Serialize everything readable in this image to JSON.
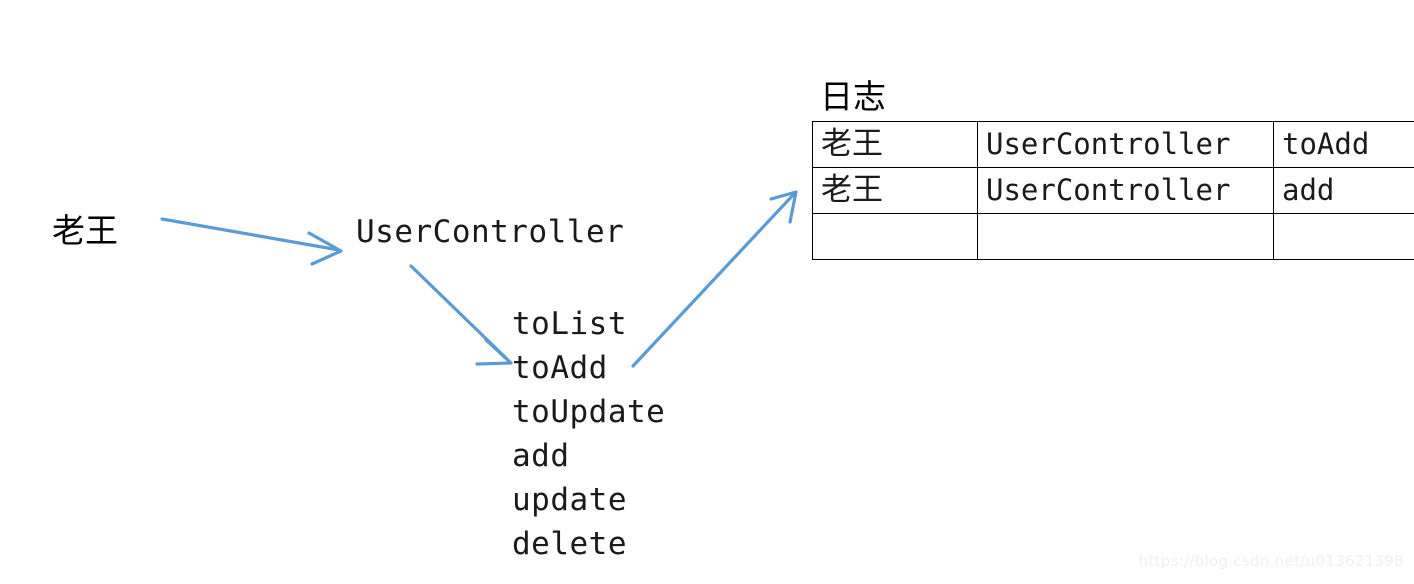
{
  "diagram": {
    "actor": {
      "label": "老王"
    },
    "controller": {
      "label": "UserController"
    },
    "methods": [
      {
        "name": "toList"
      },
      {
        "name": "toAdd"
      },
      {
        "name": "toUpdate"
      },
      {
        "name": "add"
      },
      {
        "name": "update"
      },
      {
        "name": "delete"
      }
    ],
    "arrows": [
      {
        "name": "actor-to-controller",
        "from": "老王",
        "to": "UserController"
      },
      {
        "name": "controller-to-method",
        "from": "UserController",
        "to": "toAdd"
      },
      {
        "name": "method-to-log",
        "from": "toAdd",
        "to": "日志"
      }
    ],
    "accent_color": "#5B9BD5",
    "line_color": "#000000"
  },
  "log_table": {
    "title": "日志",
    "rows": [
      {
        "user": "老王",
        "clazz": "UserController",
        "method": "toAdd"
      },
      {
        "user": "老王",
        "clazz": "UserController",
        "method": "add"
      },
      {
        "user": "",
        "clazz": "",
        "method": ""
      }
    ]
  },
  "watermark": {
    "text": "https://blog.csdn.net/u013621398"
  }
}
